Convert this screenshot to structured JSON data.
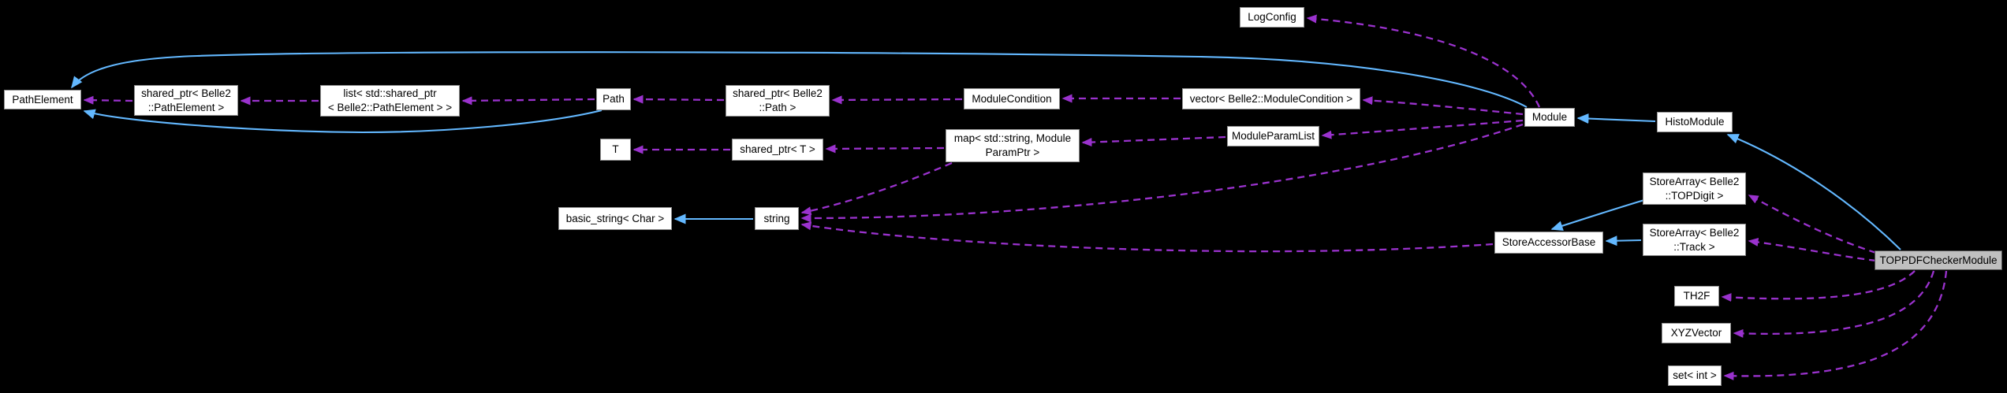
{
  "diagram": {
    "kind": "collaboration-graph",
    "background_color": "#000000",
    "colors": {
      "inheritance_edge": "#63b8ff",
      "usage_edge": "#9a32cd",
      "node_fill": "#ffffff",
      "node_border": "#8f8f8f",
      "node_text": "#000000",
      "focus_node_fill": "#bfbfbf",
      "focus_node_border": "#4f4f4f"
    },
    "nodes": {
      "pathelement": {
        "label": "PathElement"
      },
      "sp_pathelement": {
        "label": "shared_ptr< Belle2\n::PathElement >"
      },
      "list_pe": {
        "label": "list< std::shared_ptr\n< Belle2::PathElement > >"
      },
      "path": {
        "label": "Path"
      },
      "sp_path": {
        "label": "shared_ptr< Belle2\n::Path >"
      },
      "modulecondition": {
        "label": "ModuleCondition"
      },
      "vector_mc": {
        "label": "vector< Belle2::ModuleCondition >"
      },
      "logconfig": {
        "label": "LogConfig"
      },
      "module": {
        "label": "Module"
      },
      "histomodule": {
        "label": "HistoModule"
      },
      "t": {
        "label": "T"
      },
      "sp_t": {
        "label": "shared_ptr< T >"
      },
      "map_mp": {
        "label": "map< std::string, Module\nParamPtr >"
      },
      "moduleparamlist": {
        "label": "ModuleParamList"
      },
      "basic_string": {
        "label": "basic_string< Char >"
      },
      "string": {
        "label": "string"
      },
      "storeaccessorbase": {
        "label": "StoreAccessorBase"
      },
      "sa_topdigit": {
        "label": "StoreArray< Belle2\n::TOPDigit >"
      },
      "sa_track": {
        "label": "StoreArray< Belle2\n::Track >"
      },
      "toppdf": {
        "label": "TOPPDFCheckerModule"
      },
      "th2f": {
        "label": "TH2F"
      },
      "xyzvector": {
        "label": "XYZVector"
      },
      "set_int": {
        "label": "set< int >"
      }
    },
    "edges": [
      {
        "from": "path",
        "to": "pathelement",
        "relation": "inheritance",
        "style": "solid-blue"
      },
      {
        "from": "module",
        "to": "pathelement",
        "relation": "inheritance",
        "style": "solid-blue"
      },
      {
        "from": "histomodule",
        "to": "module",
        "relation": "inheritance",
        "style": "solid-blue"
      },
      {
        "from": "toppdf",
        "to": "histomodule",
        "relation": "inheritance",
        "style": "solid-blue"
      },
      {
        "from": "string",
        "to": "basic_string",
        "relation": "inheritance",
        "style": "solid-blue"
      },
      {
        "from": "sa_topdigit",
        "to": "storeaccessorbase",
        "relation": "inheritance",
        "style": "solid-blue"
      },
      {
        "from": "sa_track",
        "to": "storeaccessorbase",
        "relation": "inheritance",
        "style": "solid-blue"
      },
      {
        "from": "sp_pathelement",
        "to": "pathelement",
        "relation": "usage",
        "style": "dashed-purple"
      },
      {
        "from": "list_pe",
        "to": "sp_pathelement",
        "relation": "usage",
        "style": "dashed-purple"
      },
      {
        "from": "path",
        "to": "list_pe",
        "relation": "usage",
        "style": "dashed-purple"
      },
      {
        "from": "sp_path",
        "to": "path",
        "relation": "usage",
        "style": "dashed-purple"
      },
      {
        "from": "modulecondition",
        "to": "sp_path",
        "relation": "usage",
        "style": "dashed-purple"
      },
      {
        "from": "vector_mc",
        "to": "modulecondition",
        "relation": "usage",
        "style": "dashed-purple"
      },
      {
        "from": "module",
        "to": "vector_mc",
        "relation": "usage",
        "style": "dashed-purple"
      },
      {
        "from": "module",
        "to": "logconfig",
        "relation": "usage",
        "style": "dashed-purple"
      },
      {
        "from": "sp_t",
        "to": "t",
        "relation": "usage",
        "style": "dashed-purple"
      },
      {
        "from": "map_mp",
        "to": "sp_t",
        "relation": "usage",
        "style": "dashed-purple"
      },
      {
        "from": "moduleparamlist",
        "to": "map_mp",
        "relation": "usage",
        "style": "dashed-purple"
      },
      {
        "from": "module",
        "to": "moduleparamlist",
        "relation": "usage",
        "style": "dashed-purple"
      },
      {
        "from": "map_mp",
        "to": "string",
        "relation": "usage",
        "style": "dashed-purple"
      },
      {
        "from": "module",
        "to": "string",
        "relation": "usage",
        "style": "dashed-purple"
      },
      {
        "from": "storeaccessorbase",
        "to": "string",
        "relation": "usage",
        "style": "dashed-purple"
      },
      {
        "from": "toppdf",
        "to": "sa_topdigit",
        "relation": "usage",
        "style": "dashed-purple"
      },
      {
        "from": "toppdf",
        "to": "sa_track",
        "relation": "usage",
        "style": "dashed-purple"
      },
      {
        "from": "toppdf",
        "to": "th2f",
        "relation": "usage",
        "style": "dashed-purple"
      },
      {
        "from": "toppdf",
        "to": "xyzvector",
        "relation": "usage",
        "style": "dashed-purple"
      },
      {
        "from": "toppdf",
        "to": "set_int",
        "relation": "usage",
        "style": "dashed-purple"
      }
    ]
  }
}
